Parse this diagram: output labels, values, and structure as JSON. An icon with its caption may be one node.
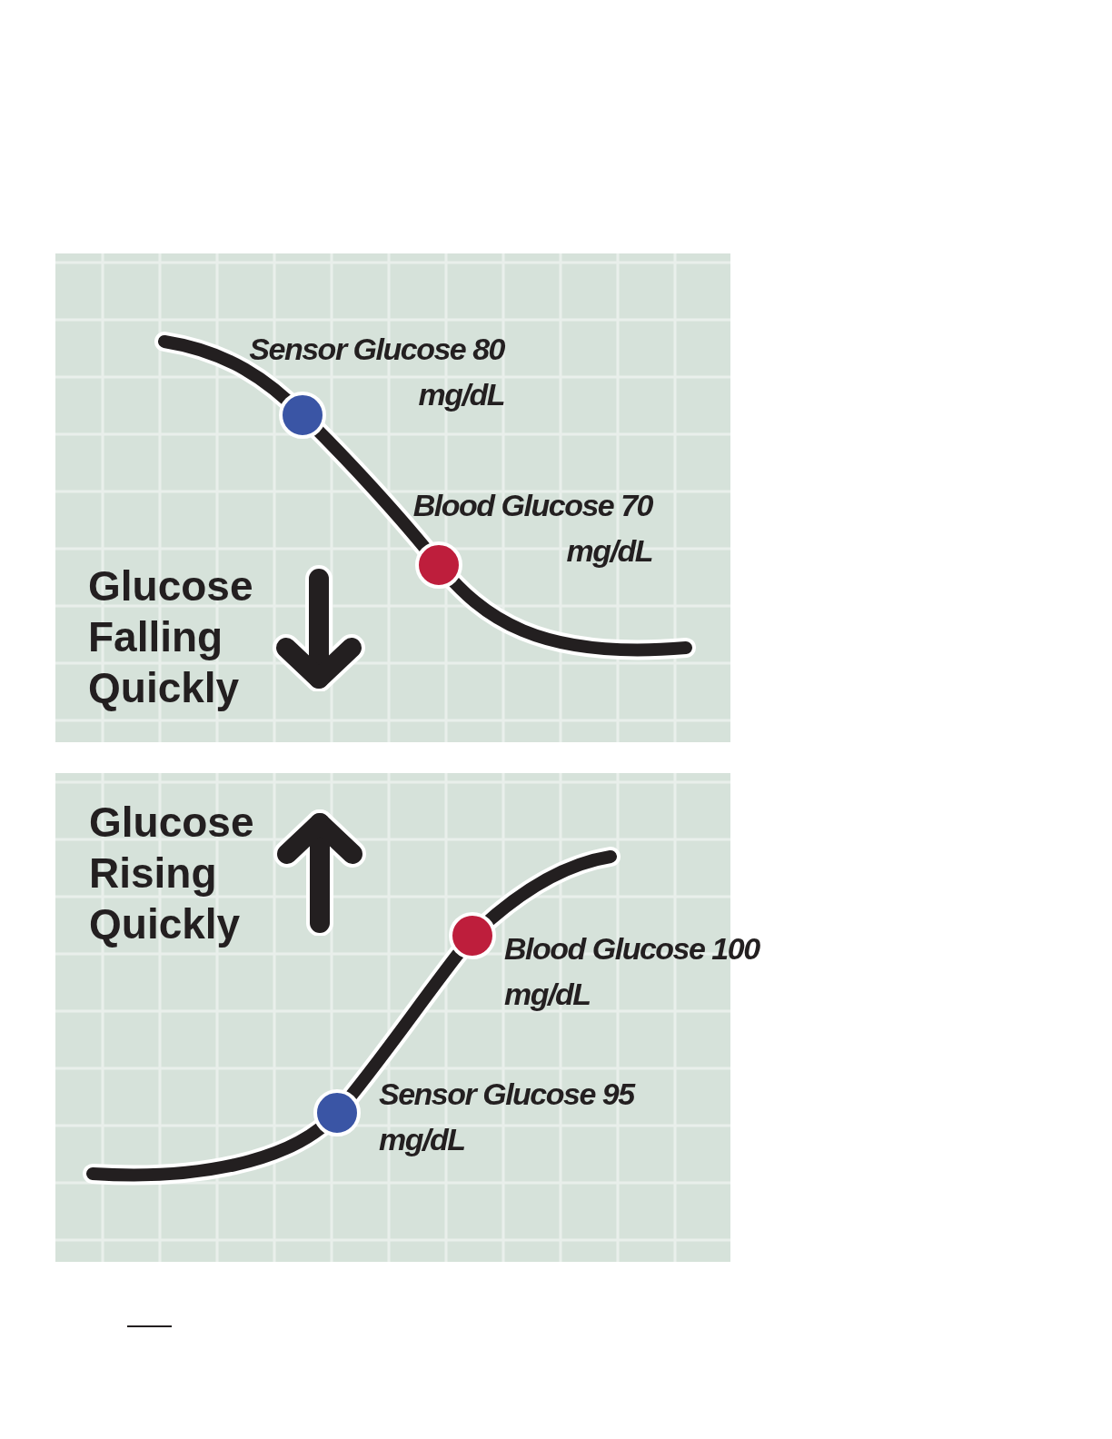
{
  "diagram": {
    "nodes": [
      {
        "text": [
          "Glucose Falling Quickly"
        ]
      },
      {
        "text": [],
        "shape": "circle",
        "in": 0,
        "beside": [
          "Sensor Glucose 80 mg/dL"
        ]
      },
      {
        "text": [],
        "shape": "circle",
        "in": 0,
        "beside": [
          "Blood Glucose 70 mg/dL"
        ]
      },
      {
        "text": [
          "Glucose Rising Quickly"
        ]
      },
      {
        "text": [],
        "shape": "circle",
        "in": 3,
        "beside": [
          "Blood Glucose 100 mg/dL"
        ]
      },
      {
        "text": [],
        "shape": "circle",
        "in": 3,
        "beside": [
          "Sensor Glucose 95 mg/dL"
        ]
      }
    ],
    "edges": []
  }
}
